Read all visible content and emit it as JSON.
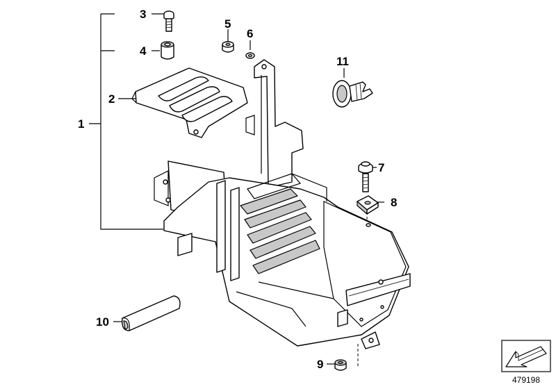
{
  "callouts": {
    "c1": "1",
    "c2": "2",
    "c3": "3",
    "c4": "4",
    "c5": "5",
    "c6": "6",
    "c7": "7",
    "c8": "8",
    "c9": "9",
    "c10": "10",
    "c11": "11"
  },
  "reference_number": "479198",
  "icons": {
    "orientation": "direction-arrow-icon"
  }
}
